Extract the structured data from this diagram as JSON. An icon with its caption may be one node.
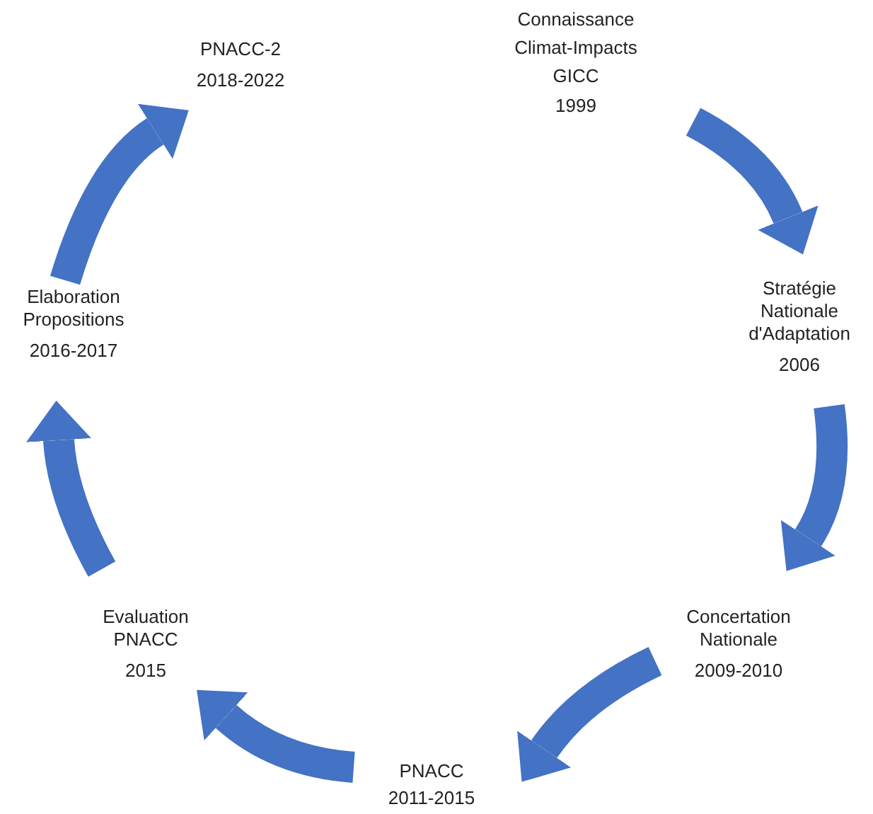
{
  "diagram": {
    "nodes": [
      {
        "text": [
          "Connaissance Climat-Impacts GICC",
          "1999"
        ]
      },
      {
        "text": [
          "Stratégie Nationale d'Adaptation",
          "2006"
        ]
      },
      {
        "text": [
          "Concertation Nationale",
          "2009-2010"
        ]
      },
      {
        "text": [
          "PNACC",
          "2011-2015"
        ]
      },
      {
        "text": [
          "Evaluation PNACC",
          "2015"
        ]
      },
      {
        "text": [
          "Elaboration Propositions",
          "2016-2017"
        ]
      },
      {
        "text": [
          "PNACC-2",
          "2018-2022"
        ]
      }
    ],
    "edges": [
      {
        "from": 0,
        "to": 1,
        "arrow": "to"
      },
      {
        "from": 1,
        "to": 2,
        "arrow": "to"
      },
      {
        "from": 2,
        "to": 3,
        "arrow": "to"
      },
      {
        "from": 3,
        "to": 4,
        "arrow": "to"
      },
      {
        "from": 4,
        "to": 5,
        "arrow": "to"
      },
      {
        "from": 5,
        "to": 6,
        "arrow": "to"
      }
    ]
  }
}
